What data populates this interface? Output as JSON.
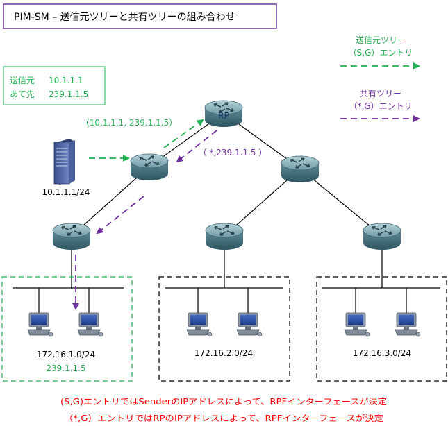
{
  "title": "PIM-SM – 送信元ツリーと共有ツリーの組み合わせ",
  "legend": {
    "sg_line1": "送信元ツリー",
    "sg_line2": "（S,G）エントリ",
    "starg_line1": "共有ツリー",
    "starg_line2": "（*,G）エントリ"
  },
  "info_box": {
    "sender_label": "送信元",
    "sender_value": "10.1.1.1",
    "dest_label": "あて先",
    "dest_value": "239.1.1.5"
  },
  "rp_label": "RP",
  "sg_entry_label": "（10.1.1.1, 239.1.1.5）",
  "starg_entry_label": "（ *,239.1.1.5 ）",
  "server_addr": "10.1.1.1/24",
  "subnets": {
    "s1": "172.16.1.0/24",
    "s1_group": "239.1.1.5",
    "s2": "172.16.2.0/24",
    "s3": "172.16.3.0/24"
  },
  "notes": {
    "line1": "(S,G)エントリではSenderのIPアドレスによって、RPFインターフェースが決定",
    "line2": "（*,G）エントリではRPのIPアドレスによって、RPFインターフェースが決定"
  },
  "colors": {
    "green": "#1fb050",
    "purple": "#7030a0",
    "red": "#ff0000",
    "title_border": "#6f3aa0"
  }
}
